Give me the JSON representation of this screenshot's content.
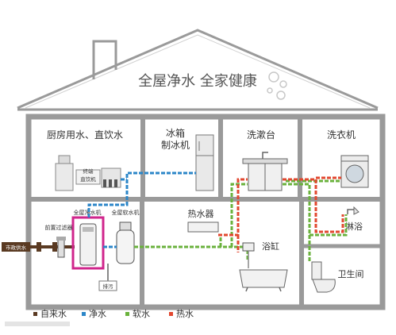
{
  "house": {
    "title": "全屋净水 全家健康"
  },
  "rooms": {
    "kitchen": {
      "label": "厨房用水、直饮水",
      "device_label_1": "终端",
      "device_label_2": "直饮机"
    },
    "fridge": {
      "label_1": "冰箱",
      "label_2": "制冰机"
    },
    "sink": {
      "label": "洗漱台"
    },
    "washer": {
      "label": "洗衣机"
    },
    "heater": {
      "label": "热水器"
    },
    "bathtub": {
      "label": "浴缸"
    },
    "shower": {
      "label": "淋浴"
    },
    "toilet": {
      "label": "卫生间"
    }
  },
  "equipment": {
    "municipal_supply": "市政供水",
    "prefilter": "前置过滤器",
    "purifier": "全屋净水机",
    "softener": "全屋软水机",
    "drain": "排污"
  },
  "legend": {
    "items": [
      {
        "label": "自来水",
        "color": "#5a3a22"
      },
      {
        "label": "净水",
        "color": "#2b86c8"
      },
      {
        "label": "软水",
        "color": "#6ab23c"
      },
      {
        "label": "热水",
        "color": "#e2472f"
      }
    ]
  },
  "colors": {
    "tap_water": "#5a3a22",
    "pure_water": "#2b86c8",
    "soft_water": "#6ab23c",
    "hot_water": "#e2472f",
    "wall": "#9a9a9a",
    "highlight": "#d0268c"
  }
}
